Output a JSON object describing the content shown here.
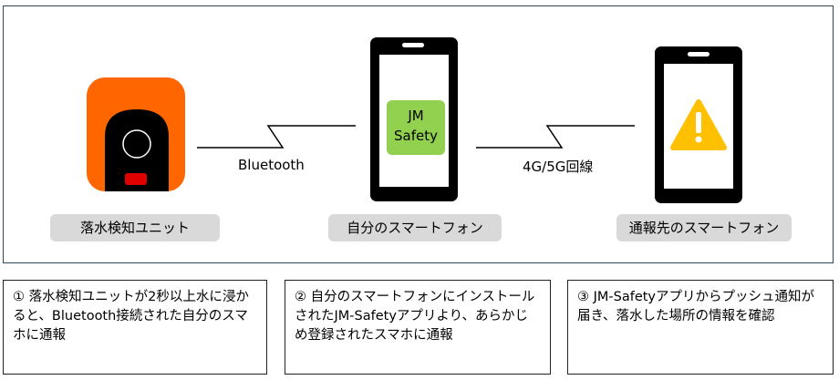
{
  "devices": {
    "sensor_label": "落水検知ユニット",
    "own_phone_label": "自分のスマートフォン",
    "notify_phone_label": "通報先のスマートフォン",
    "app_name_line1": "JM",
    "app_name_line2": "Safety"
  },
  "links": {
    "bluetooth": "Bluetooth",
    "cellular": "4G/5G回線"
  },
  "steps": [
    {
      "text": "① 落水検知ユニットが2秒以上水に浸かると、Bluetooth接続された自分のスマホに通報"
    },
    {
      "text": "② 自分のスマートフォンにインストールされたJM-Safetyアプリより、あらかじめ登録されたスマホに通報"
    },
    {
      "text": "③ JM-Safetyアプリからプッシュ通知が届き、落水した場所の情報を確認"
    }
  ],
  "colors": {
    "sensor_orange": "#ff6600",
    "sensor_red_button": "#e00000",
    "app_green": "#92d050",
    "warning_yellow": "#ffc000",
    "caption_gray": "#d9d9d9",
    "phone_black": "#000000"
  },
  "icons": [
    "water-sensor-icon",
    "smartphone-icon",
    "warning-icon"
  ]
}
